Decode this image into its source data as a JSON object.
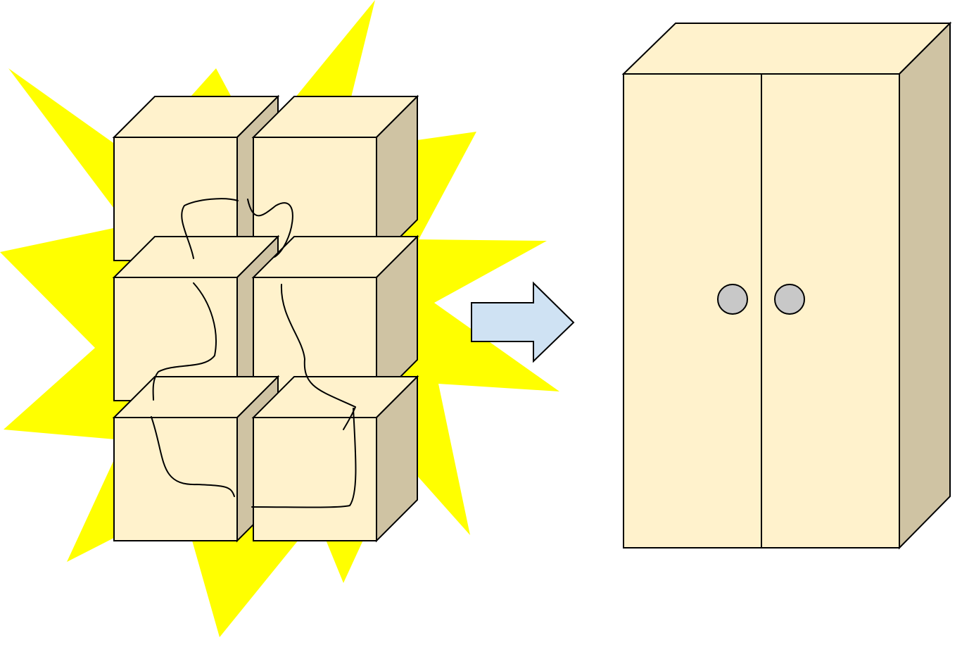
{
  "diagram": {
    "colors": {
      "burst": "#ffff00",
      "front": "#fff2cc",
      "top": "#fff2cc",
      "side": "#cfc3a3",
      "arrow": "#cfe2f3",
      "knob": "#c8c8c8",
      "outline": "#000000"
    },
    "box_grid": {
      "columns": 2,
      "rows": 3
    },
    "icons": {
      "burst": "explosion-burst-icon",
      "boxes": "cracked-boxes-icon",
      "arrow": "right-arrow-icon",
      "cabinet": "wardrobe-icon"
    },
    "cabinet": {
      "doors": 2,
      "knobs": 2
    }
  }
}
